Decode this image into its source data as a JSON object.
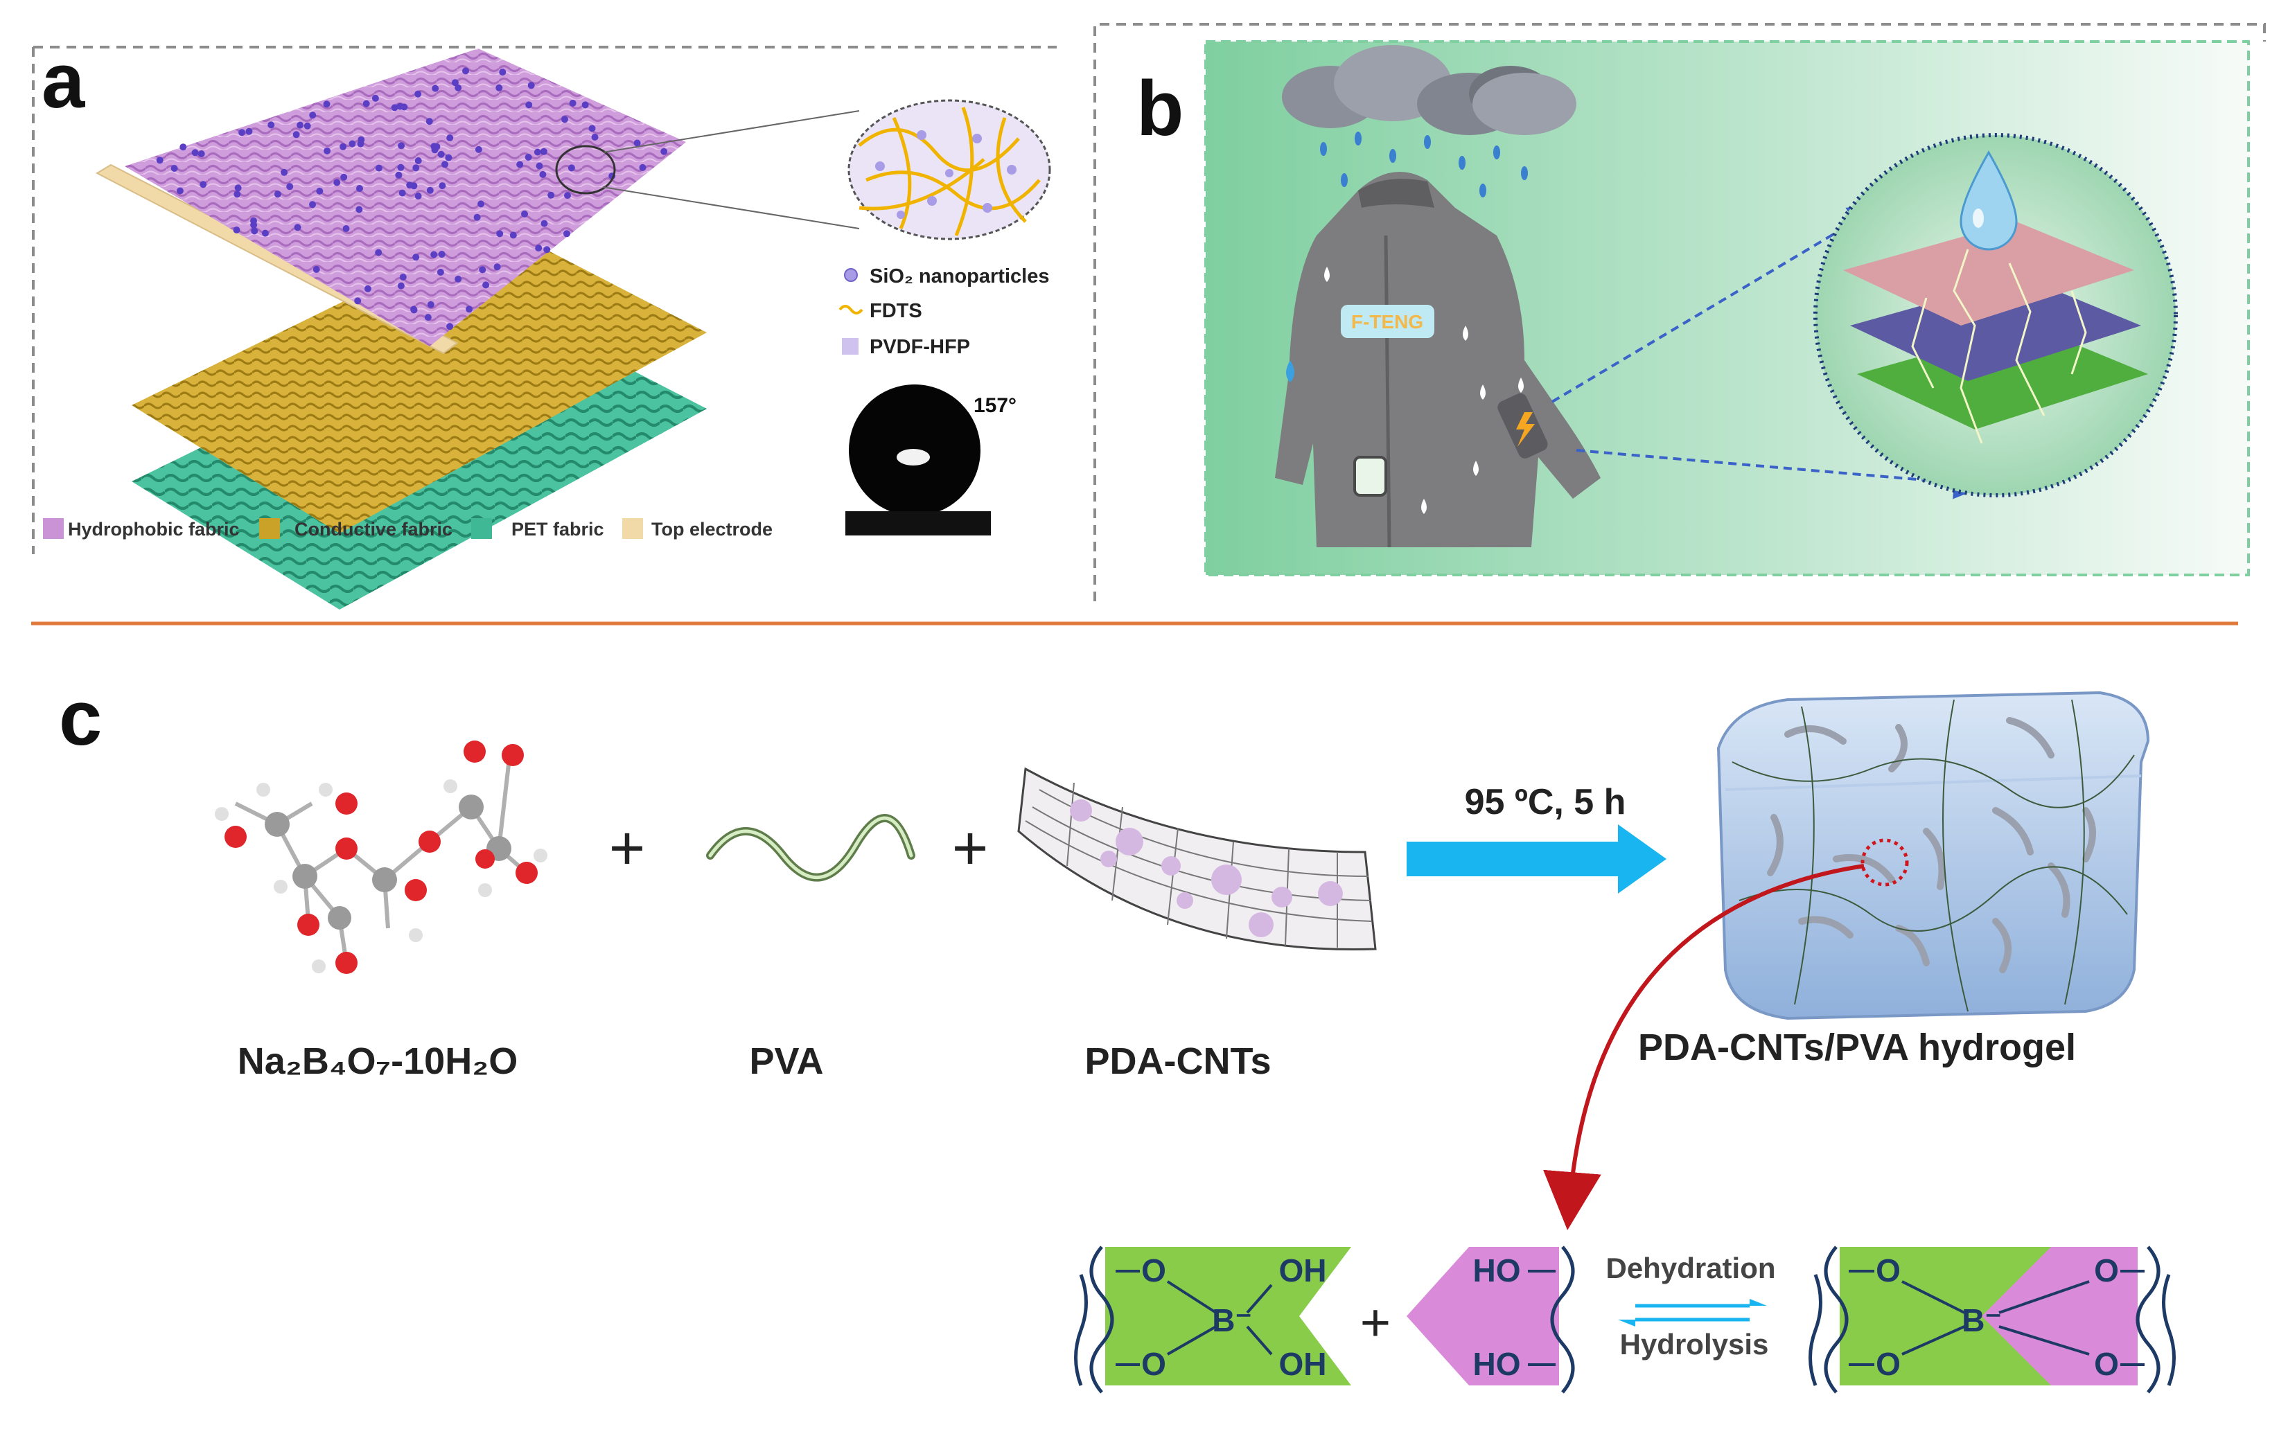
{
  "panel_a": {
    "letter": "a",
    "legend_right": {
      "sio2": "SiO₂ nanoparticles",
      "fdts": "FDTS",
      "pvdf": "PVDF-HFP"
    },
    "contact_angle": "157°",
    "legend_bottom": {
      "hydrophobic": "Hydrophobic fabric",
      "conductive": "Conductive fabric",
      "pet": "PET fabric",
      "top_electrode": "Top electrode"
    },
    "colors": {
      "hydrophobic": "#c993d6",
      "conductive": "#c9a227",
      "pet": "#3fb895",
      "top_electrode": "#f1d9a8",
      "nanoparticle": "#5a3fc4",
      "fdts": "#f0b400"
    }
  },
  "panel_b": {
    "letter": "b",
    "jacket_label": "F-TENG"
  },
  "panel_c": {
    "letter": "c",
    "plus": "+",
    "reaction_condition": "95 ºC, 5 h",
    "labels": {
      "borax": "Na₂B₄O₇-10H₂O",
      "pva": "PVA",
      "pda_cnts": "PDA-CNTs",
      "hydrogel": "PDA-CNTs/PVA hydrogel"
    },
    "mechanism": {
      "oh": "OH",
      "ho": "HO",
      "o": "O",
      "b_minus": "B⁻",
      "dehydration": "Dehydration",
      "hydrolysis": "Hydrolysis"
    },
    "colors": {
      "green": "#88cc4a",
      "pink": "#d98ad8",
      "arrow": "#19b5f0",
      "divider": "#e07a3a"
    }
  }
}
